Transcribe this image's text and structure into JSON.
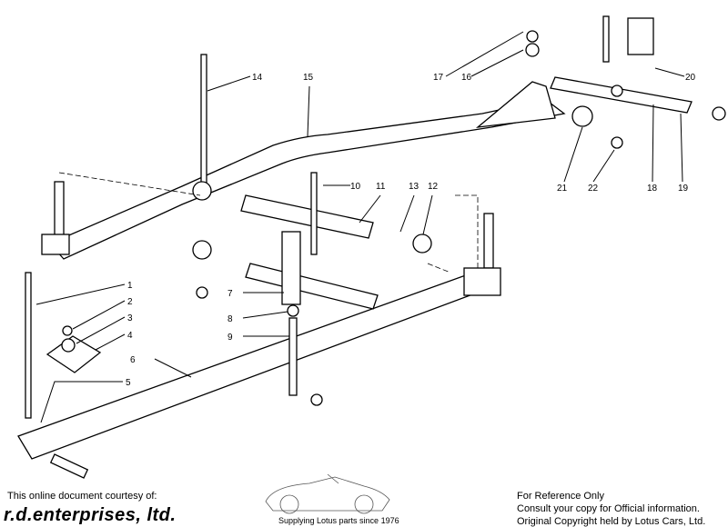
{
  "diagram": {
    "part_labels": [
      "1",
      "2",
      "3",
      "4",
      "5",
      "6",
      "7",
      "8",
      "9",
      "10",
      "11",
      "12",
      "13",
      "14",
      "15",
      "16",
      "17",
      "18",
      "19",
      "20",
      "21",
      "22"
    ]
  },
  "footer": {
    "courtesy": "This online document courtesy of:",
    "company": "r.d.enterprises, ltd.",
    "tagline": "Supplying Lotus parts since 1976",
    "reference_lines": [
      "For Reference Only",
      "Consult your copy for Official information.",
      "Original Copyright held by Lotus Cars, Ltd."
    ]
  }
}
